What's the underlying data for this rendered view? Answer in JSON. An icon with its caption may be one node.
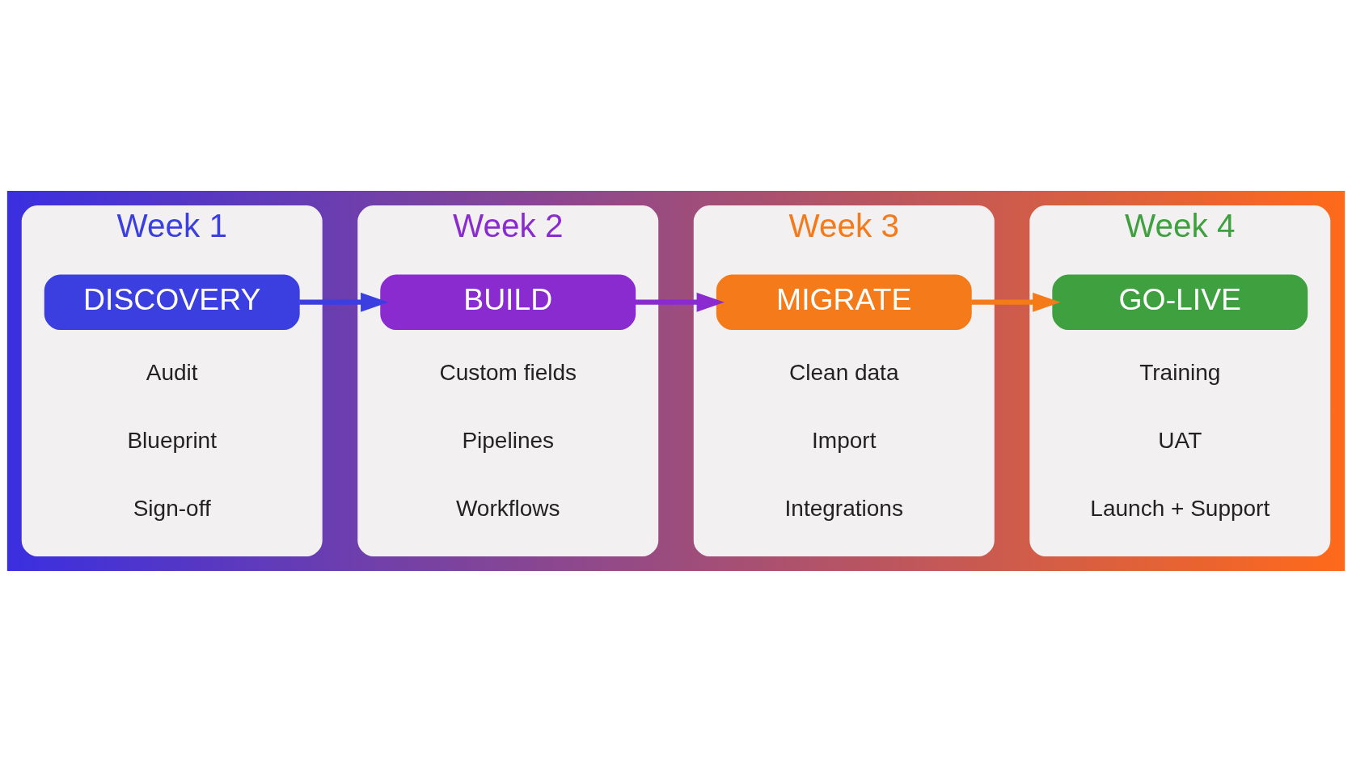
{
  "diagram": {
    "nodes": [
      {
        "text": [
          "Week 1"
        ]
      },
      {
        "text": [
          "DISCOVERY"
        ],
        "in": 0
      },
      {
        "text": [
          "Audit"
        ],
        "in": 0
      },
      {
        "text": [
          "Blueprint"
        ],
        "in": 0
      },
      {
        "text": [
          "Sign-off"
        ],
        "in": 0
      },
      {
        "text": [
          "Week 2"
        ]
      },
      {
        "text": [
          "BUILD"
        ],
        "in": 5
      },
      {
        "text": [
          "Custom fields"
        ],
        "in": 5
      },
      {
        "text": [
          "Pipelines"
        ],
        "in": 5
      },
      {
        "text": [
          "Workflows"
        ],
        "in": 5
      },
      {
        "text": [
          "Week 3"
        ]
      },
      {
        "text": [
          "MIGRATE"
        ],
        "in": 10
      },
      {
        "text": [
          "Clean data"
        ],
        "in": 10
      },
      {
        "text": [
          "Import"
        ],
        "in": 10
      },
      {
        "text": [
          "Integrations"
        ],
        "in": 10
      },
      {
        "text": [
          "Week 4"
        ]
      },
      {
        "text": [
          "GO-LIVE"
        ],
        "in": 15
      },
      {
        "text": [
          "Training"
        ],
        "in": 15
      },
      {
        "text": [
          "UAT"
        ],
        "in": 15
      },
      {
        "text": [
          "Launch + Support"
        ],
        "in": 15
      }
    ],
    "edges": [
      {
        "from": 1,
        "to": 6,
        "arrow": "to",
        "color": "#3b3fe0"
      },
      {
        "from": 6,
        "to": 11,
        "arrow": "to",
        "color": "#8a2bd0"
      },
      {
        "from": 11,
        "to": 16,
        "arrow": "to",
        "color": "#f47a1a"
      }
    ]
  }
}
